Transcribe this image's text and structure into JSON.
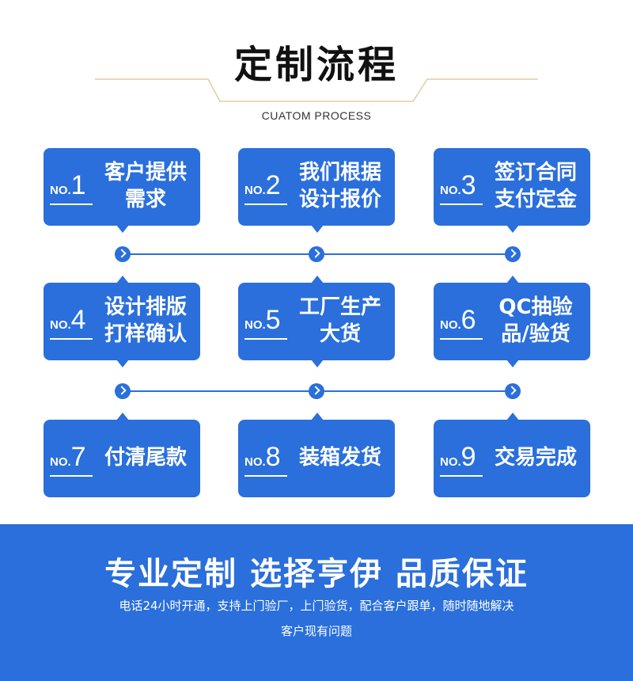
{
  "header": {
    "title": "定制流程",
    "subtitle": "CUATOM PROCESS"
  },
  "steps": [
    {
      "no_prefix": "NO.",
      "number": "1",
      "line1": "客户提供",
      "line2": "需求"
    },
    {
      "no_prefix": "NO.",
      "number": "2",
      "line1": "我们根据",
      "line2": "设计报价"
    },
    {
      "no_prefix": "NO.",
      "number": "3",
      "line1": "签订合同",
      "line2": "支付定金"
    },
    {
      "no_prefix": "NO.",
      "number": "4",
      "line1": "设计排版",
      "line2": "打样确认"
    },
    {
      "no_prefix": "NO.",
      "number": "5",
      "line1": "工厂生产",
      "line2": "大货"
    },
    {
      "no_prefix": "NO.",
      "number": "6",
      "line1": "QC抽验",
      "line2": "品/验货"
    },
    {
      "no_prefix": "NO.",
      "number": "7",
      "line1": "付清尾款"
    },
    {
      "no_prefix": "NO.",
      "number": "8",
      "line1": "装箱发货"
    },
    {
      "no_prefix": "NO.",
      "number": "9",
      "line1": "交易完成"
    }
  ],
  "banner": {
    "slogan": "专业定制  选择亨伊  品质保证",
    "desc_line1": "电话24小时开通，支持上门验厂，上门验货，配合客户跟单，随时随地解决",
    "desc_line2": "客户现有问题"
  },
  "colors": {
    "accent": "#2a6fdb",
    "deco_line": "#e8c9a0"
  },
  "icons": {
    "flow_dot": "chevron-right-circle-icon"
  }
}
